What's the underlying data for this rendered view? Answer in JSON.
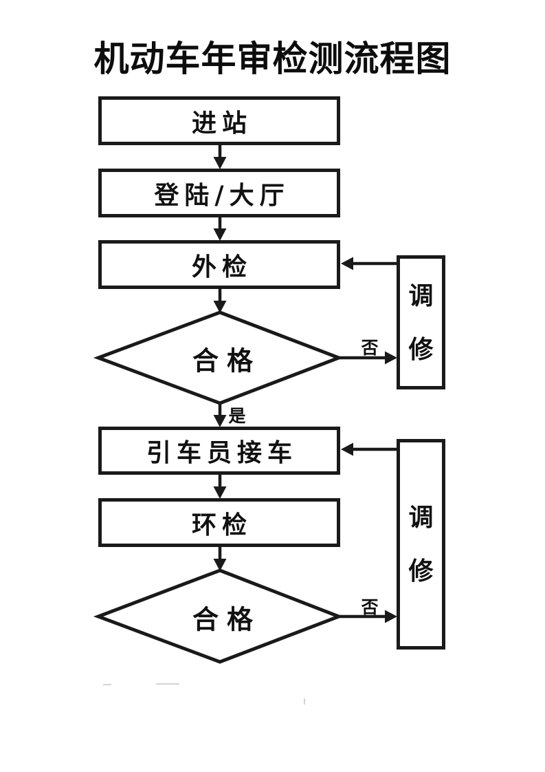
{
  "title": "机动车年审检测流程图",
  "colors": {
    "ink": "#1a1a1a",
    "background": "#ffffff"
  },
  "nodes": {
    "enter_station": {
      "label": "进站",
      "type": "process"
    },
    "login_hall": {
      "label": "登陆/大厅",
      "type": "process"
    },
    "external_inspection": {
      "label": "外检",
      "type": "process"
    },
    "decision_external": {
      "label": "合格",
      "type": "decision"
    },
    "driver_pickup": {
      "label": "引车员接车",
      "type": "process"
    },
    "environment_inspection": {
      "label": "环检",
      "type": "process"
    },
    "decision_environment": {
      "label": "合格",
      "type": "decision"
    },
    "repair_external": {
      "label": "调修",
      "type": "process"
    },
    "repair_environment": {
      "label": "调修",
      "type": "process"
    }
  },
  "edge_labels": {
    "external_fail": "否",
    "external_pass": "是",
    "environment_fail": "否"
  }
}
